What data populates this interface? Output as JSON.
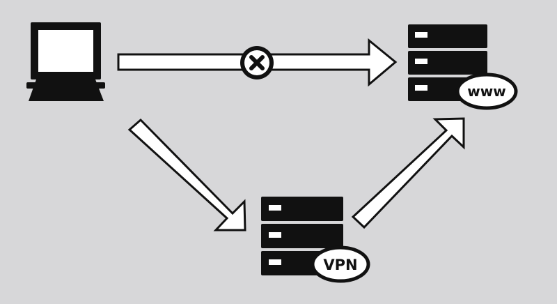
{
  "diagram": {
    "direct_connection_status": "blocked",
    "web_server_label": "www",
    "vpn_server_label": "VPN"
  },
  "colors": {
    "background": "#d7d7d9",
    "ink": "#111111",
    "arrow_fill": "#ffffff"
  },
  "icons": {
    "client": "laptop-icon",
    "web_server": "server-stack-icon",
    "vpn_server": "server-stack-icon",
    "blocked": "blocked-x-icon"
  }
}
